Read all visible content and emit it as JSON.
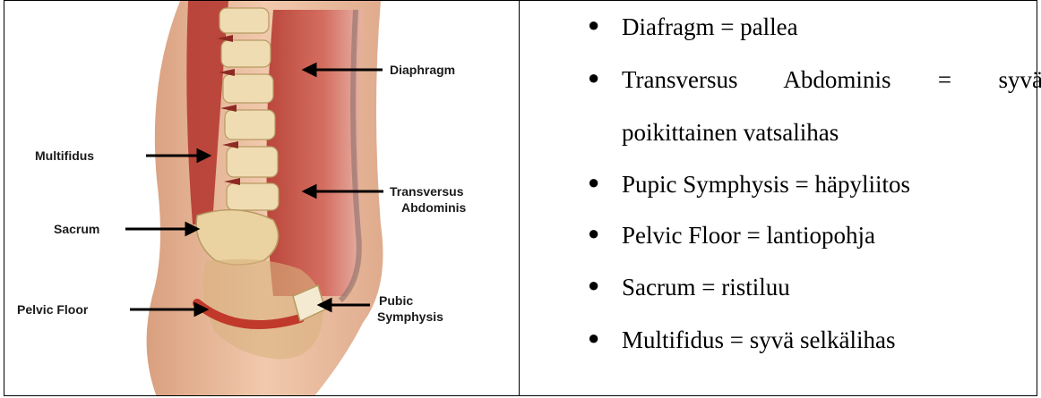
{
  "figure": {
    "labels": {
      "diaphragm": "Diaphragm",
      "multifidus": "Multifidus",
      "transversus_line1": "Transversus",
      "transversus_line2": "Abdominis",
      "sacrum": "Sacrum",
      "pelvic_floor": "Pelvic Floor",
      "pubic_line1": "Pubic",
      "pubic_line2": "Symphysis"
    },
    "colors": {
      "muscle": "#c0392b",
      "bone": "#e8d3a0",
      "skin": "#e6b89c",
      "arrow": "#000000"
    }
  },
  "glossary": {
    "items": [
      {
        "text": "Diafragm = pallea"
      },
      {
        "line1": "Transversus   Abdominis   =   syvä",
        "line2": "poikittainen vatsalihas"
      },
      {
        "text": "Pupic Symphysis = häpyliitos"
      },
      {
        "text": "Pelvic Floor = lantiopohja"
      },
      {
        "text": "Sacrum = ristiluu"
      },
      {
        "text": "Multifidus = syvä selkälihas"
      }
    ]
  }
}
